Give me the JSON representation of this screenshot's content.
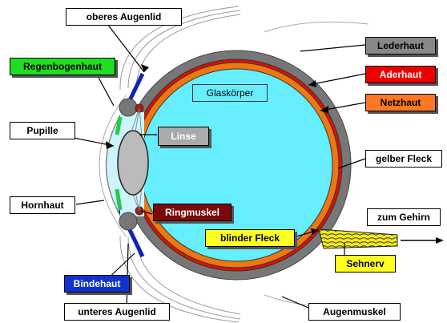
{
  "colors": {
    "sclera": "#777777",
    "choroid": "#dd1100",
    "retina": "#ee7711",
    "vitreous": "#66eeff",
    "lens": "#bbbbbb",
    "nerve": "#f2ea1a",
    "iris": "#22cc44",
    "conjunctiva": "#1122bb",
    "ciliary": "#bb1111"
  },
  "labels": {
    "oberes_augenlid": "oberes Augenlid",
    "regenbogenhaut": "Regenbogenhaut",
    "pupille": "Pupille",
    "hornhaut": "Hornhaut",
    "bindehaut": "Bindehaut",
    "unteres_augenlid": "unteres Augenlid",
    "glaskoerper": "Glaskörper",
    "linse": "Linse",
    "ringmuskel": "Ringmuskel",
    "blinder_fleck": "blinder Fleck",
    "sehnerv": "Sehnerv",
    "augenmuskel": "Augenmuskel",
    "lederhaut": "Lederhaut",
    "aderhaut": "Aderhaut",
    "netzhaut": "Netzhaut",
    "gelber_fleck": "gelber Fleck",
    "zum_gehirn": "zum Gehirn"
  }
}
